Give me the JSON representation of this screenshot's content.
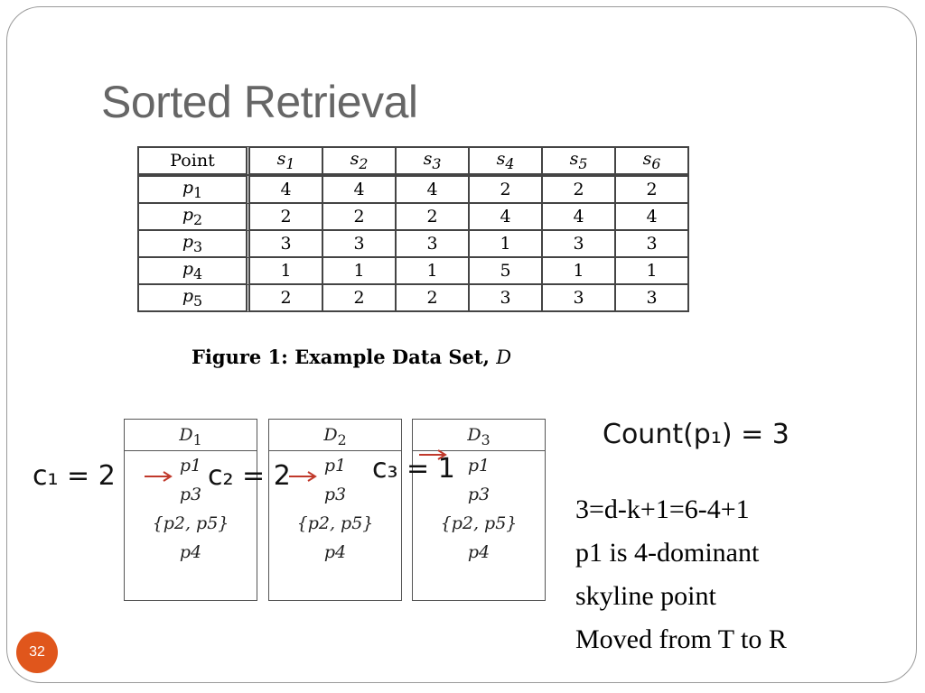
{
  "title": "Sorted Retrieval",
  "table": {
    "headers": [
      "Point",
      "s1",
      "s2",
      "s3",
      "s4",
      "s5",
      "s6"
    ],
    "rows": [
      {
        "point": "p1",
        "values": [
          "4",
          "4",
          "4",
          "2",
          "2",
          "2"
        ]
      },
      {
        "point": "p2",
        "values": [
          "2",
          "2",
          "2",
          "4",
          "4",
          "4"
        ]
      },
      {
        "point": "p3",
        "values": [
          "3",
          "3",
          "3",
          "1",
          "3",
          "3"
        ]
      },
      {
        "point": "p4",
        "values": [
          "1",
          "1",
          "1",
          "5",
          "1",
          "1"
        ]
      },
      {
        "point": "p5",
        "values": [
          "2",
          "2",
          "2",
          "3",
          "3",
          "3"
        ]
      }
    ]
  },
  "caption": {
    "prefix": "Figure 1:  Example Data Set, ",
    "symbol": "D"
  },
  "lists": [
    {
      "header": "D1",
      "items": [
        "p1",
        "p3",
        "{p2, p5}",
        "p4"
      ]
    },
    {
      "header": "D2",
      "items": [
        "p1",
        "p3",
        "{p2, p5}",
        "p4"
      ]
    },
    {
      "header": "D3",
      "items": [
        "p1",
        "p3",
        "{p2, p5}",
        "p4"
      ]
    }
  ],
  "counters": {
    "c1": "c₁ = 2",
    "c2": "c₂ = 2",
    "c3": "c₃ = 1"
  },
  "count_formula": "Count(p₁) = 3",
  "notes": [
    "3=d-k+1=6-4+1",
    "p1 is 4-dominant",
    "skyline point",
    "Moved from T to R"
  ],
  "page_number": "32",
  "colors": {
    "title": "#666666",
    "arrow": "#c0392b",
    "badge": "#e0561c"
  }
}
